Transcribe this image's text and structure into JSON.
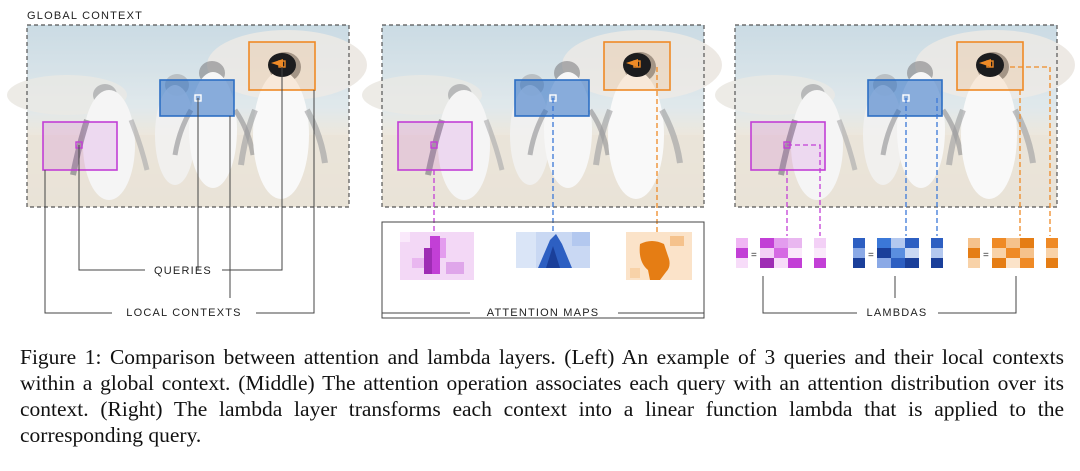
{
  "figure": {
    "label_global_context": "GLOBAL CONTEXT",
    "label_queries": "QUERIES",
    "label_local_contexts": "LOCAL CONTEXTS",
    "label_attention_maps": "ATTENTION MAPS",
    "label_lambdas": "LAMBDAS",
    "colors": {
      "magenta": "#c23fd6",
      "blue": "#3b78d8",
      "orange": "#ef8a26",
      "frame": "#555555",
      "bracket": "#444444"
    },
    "equals_sign": "="
  },
  "caption": "Figure 1: Comparison between attention and lambda layers. (Left) An example of 3 queries and their local contexts within a global context. (Middle) The attention operation associates each query with an attention distribution over its context. (Right) The lambda layer transforms each context into a linear function lambda that is applied to the corresponding query."
}
